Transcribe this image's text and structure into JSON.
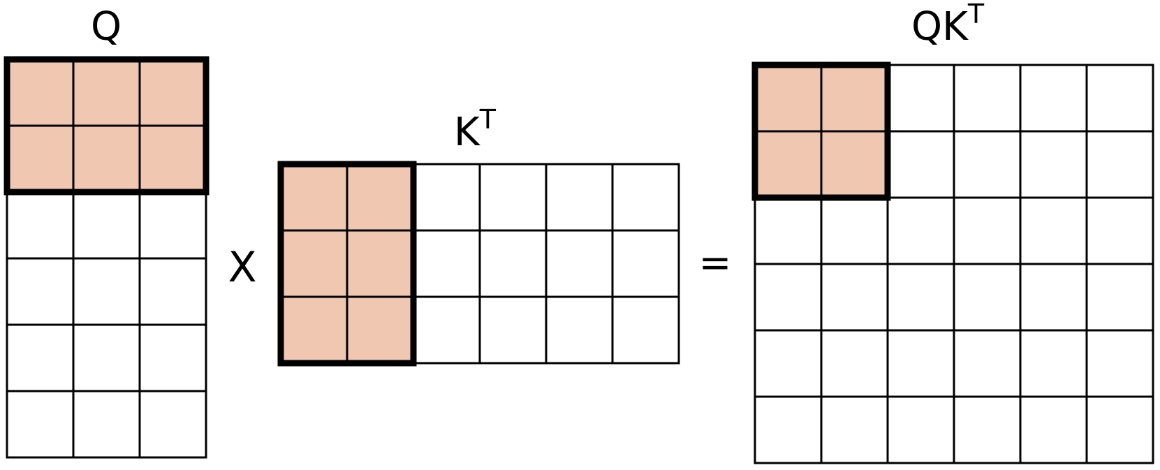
{
  "colors": {
    "highlight": "#f0c8b2",
    "empty": "#ffffff",
    "line": "#000000"
  },
  "operators": {
    "multiply": "X",
    "equals": "="
  },
  "matrices": [
    {
      "key": "q",
      "label": "Q",
      "superscript": "",
      "rows": 6,
      "cols": 3,
      "highlight_rows": 2,
      "highlight_cols": 3
    },
    {
      "key": "kt",
      "label": "K",
      "superscript": "T",
      "rows": 3,
      "cols": 6,
      "highlight_rows": 3,
      "highlight_cols": 2
    },
    {
      "key": "qkt",
      "label": "QK",
      "superscript": "T",
      "rows": 6,
      "cols": 6,
      "highlight_rows": 2,
      "highlight_cols": 2
    }
  ]
}
